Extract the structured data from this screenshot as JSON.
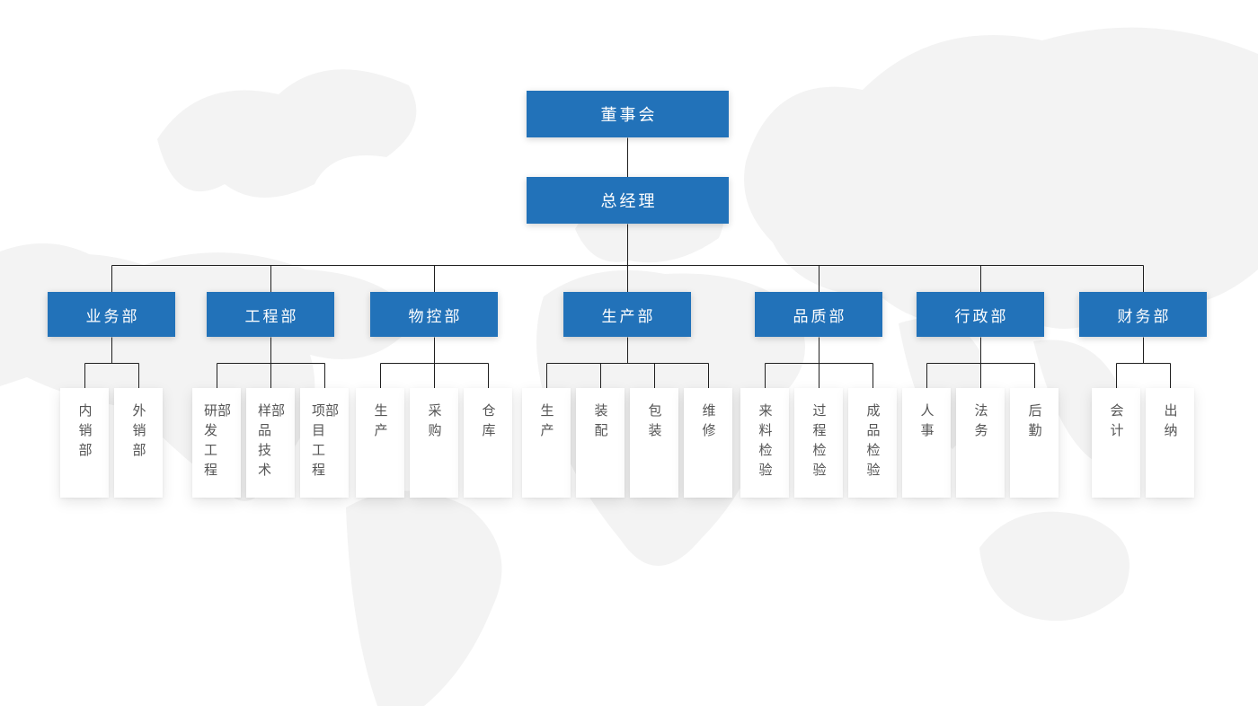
{
  "org": {
    "board": "董事会",
    "manager": "总经理",
    "departments": [
      {
        "label": "业务部",
        "children": [
          "内销部",
          "外销部"
        ]
      },
      {
        "label": "工程部",
        "children": [
          "研发工程部",
          "样品技术部",
          "项目工程部"
        ]
      },
      {
        "label": "物控部",
        "children": [
          "生产",
          "采购",
          "仓库"
        ]
      },
      {
        "label": "生产部",
        "children": [
          "生产",
          "装配",
          "包装",
          "维修"
        ]
      },
      {
        "label": "品质部",
        "children": [
          "来料检验",
          "过程检验",
          "成品检验"
        ]
      },
      {
        "label": "行政部",
        "children": [
          "人事",
          "法务",
          "后勤"
        ]
      },
      {
        "label": "财务部",
        "children": [
          "会计",
          "出纳"
        ]
      }
    ]
  },
  "colors": {
    "node_blue": "#2272b9",
    "node_text": "#ffffff",
    "leaf_text": "#555555",
    "connector": "#1f1f1f",
    "leaf_background": "#ffffff",
    "map_silhouette": "#f3f3f3",
    "page_background": "#ffffff"
  }
}
